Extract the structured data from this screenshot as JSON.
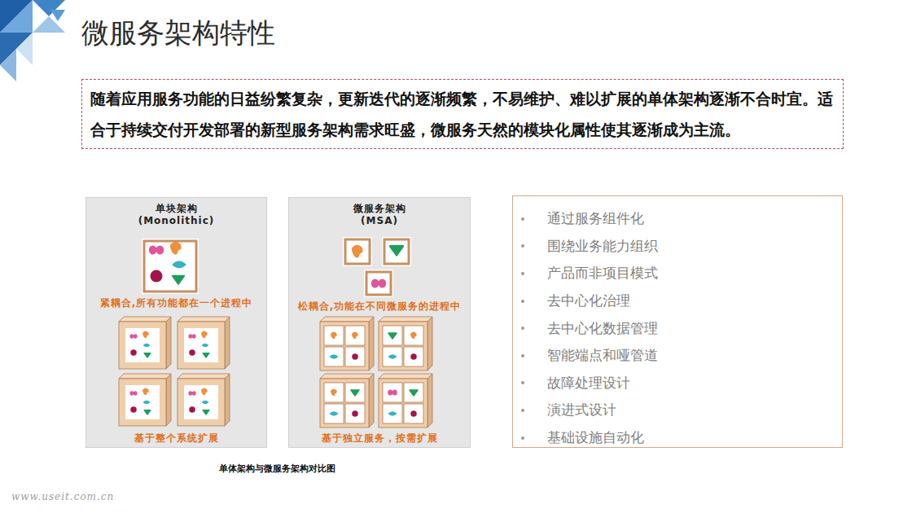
{
  "diagram": {
    "title": "微服务架构特性",
    "caption": "单体架构与微服务架构对比图",
    "nodes": [
      {
        "text": [
          "随着应用服务功能的日益纷繁复杂，更新迭代的逐渐频繁，不易维护、难以扩展的单体架构逐渐不合时宜。适合于持续交付开发部署的新型服务架构需求旺盛，微服务天然的模块化属性使其逐渐成为主流。"
        ]
      },
      {
        "text": [
          "单块架构 (Monolithic)",
          "紧耦合,所有功能都在一个进程中",
          "基于整个系统扩展"
        ]
      },
      {
        "text": [
          "微服务架构 (MSA)",
          "松耦合,功能在不同微服务的进程中",
          "基于独立服务，按需扩展"
        ]
      },
      {
        "text": [
          "通过服务组件化",
          "围绕业务能力组织",
          "产品而非项目模式",
          "去中心化治理",
          "去中心化数据管理",
          "智能端点和哑管道",
          "故障处理设计",
          "演进式设计",
          "基础设施自动化"
        ]
      }
    ],
    "labels": [
      "www.useit.com.cn"
    ]
  }
}
